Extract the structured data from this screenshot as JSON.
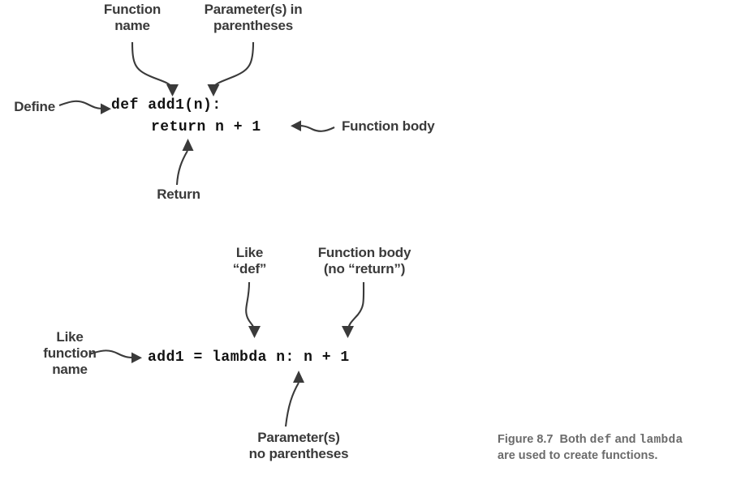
{
  "figure": {
    "caption_prefix": "Figure 8.7",
    "caption_line1_a": "  Both ",
    "caption_mono1": "def",
    "caption_line1_b": " and ",
    "caption_mono2": "lambda",
    "caption_line2": "are used to create functions."
  },
  "colors": {
    "label_text": "#3a3a3a",
    "code_text": "#111111",
    "caption_text": "#6b6b6b",
    "arrow": "#3a3a3a",
    "background": "#ffffff"
  },
  "def_example": {
    "code_line_1": "def add1(n):",
    "code_line_2": "return n + 1",
    "labels": {
      "function_name": "Function\nname",
      "parameters": "Parameter(s) in\nparentheses",
      "define": "Define",
      "function_body": "Function body",
      "return": "Return"
    }
  },
  "lambda_example": {
    "code_line_1": "add1 = lambda n: n + 1",
    "labels": {
      "like_def": "Like\n“def”",
      "function_body": "Function body\n(no “return”)",
      "like_function_name": "Like\nfunction\nname",
      "parameters": "Parameter(s)\nno parentheses"
    }
  }
}
